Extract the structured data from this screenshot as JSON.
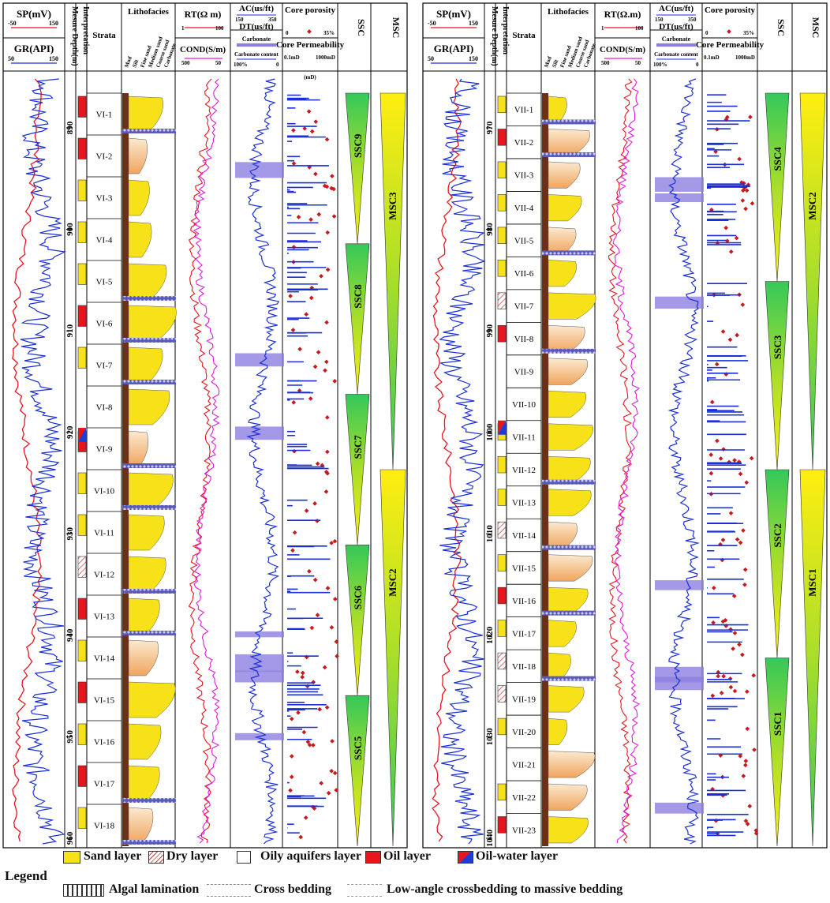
{
  "headers": {
    "sp": "SP(mV)",
    "sp_scale_min": "-50",
    "sp_scale_max": "150",
    "gr": "GR(API)",
    "gr_scale_min": "50",
    "gr_scale_max": "150",
    "depth": "Mesure Depth(m)",
    "interp": "Interpretation",
    "strata": "Strata",
    "lithofacies": "Lithofacies",
    "litho_cols": [
      "Mud",
      "Silt",
      "Fine sand",
      "Medium sand",
      "Coarse sand",
      "Carbonate"
    ],
    "rt": "RT(Ω m)",
    "rt_scale_min": "1",
    "rt_scale_max": "100",
    "rt_right": "RT(Ω.m)",
    "cond": "COND(S/m)",
    "cond_scale_min": "500",
    "cond_scale_max": "50",
    "ac": "AC(us/ft)",
    "ac_scale_min": "150",
    "ac_scale_max": "350",
    "dt": "DT(us/ft)",
    "carbonate": "Carbonate",
    "carbonate_content": "Carbonate content",
    "carb_scale_min": "100%",
    "carb_scale_max": "0",
    "core_porosity": "Core porosity",
    "poro_scale_min": "0",
    "poro_scale_max": "35%",
    "core_perm": "Core Permeability",
    "perm_scale_min": "0.1mD",
    "perm_scale_max": "1000mD",
    "perm_unit": "(mD)",
    "ssc": "SSC",
    "msc": "MSC"
  },
  "left_well": {
    "depth_ticks": [
      "890",
      "900",
      "910",
      "920",
      "930",
      "940",
      "950",
      "960"
    ],
    "strata": [
      "VI-1",
      "VI-2",
      "VI-3",
      "VI-4",
      "VI-5",
      "VI-6",
      "VI-7",
      "VI-8",
      "VI-9",
      "VI-10",
      "VI-11",
      "VI-12",
      "VI-13",
      "VI-14",
      "VI-15",
      "VI-16",
      "VI-17",
      "VI-18"
    ],
    "ssc": [
      "SSC9",
      "SSC8",
      "SSC7",
      "SSC6",
      "SSC5"
    ],
    "msc": [
      "MSC3",
      "MSC2"
    ]
  },
  "right_well": {
    "depth_ticks": [
      "970",
      "980",
      "990",
      "1000",
      "1010",
      "1020",
      "1030",
      "1040"
    ],
    "strata": [
      "VII-1",
      "VII-2",
      "VII-3",
      "VII-4",
      "VII-5",
      "VII-6",
      "VII-7",
      "VII-8",
      "VII-9",
      "VII-10",
      "VII-11",
      "VII-12",
      "VII-13",
      "VII-14",
      "VII-15",
      "VII-16",
      "VII-17",
      "VII-18",
      "VII-19",
      "VII-20",
      "VII-21",
      "VII-22",
      "VII-23"
    ],
    "ssc": [
      "SSC4",
      "SSC3",
      "SSC2",
      "SSC1"
    ],
    "msc": [
      "MSC2",
      "MSC1"
    ]
  },
  "legend": {
    "title": "Legend",
    "sand": "Sand layer",
    "dry": "Dry layer",
    "oily_aquifer": "Oily aquifers layer",
    "oil": "Oil layer",
    "oil_water": "Oil-water layer",
    "algal": "Algal lamination",
    "cross": "Cross bedding",
    "lowangle": "Low-angle crossbedding to massive bedding"
  },
  "colors": {
    "sand": "#f7e21a",
    "oil": "#e8141e",
    "water": "#1a3fd8",
    "sp_curve": "#e8141e",
    "gr_curve": "#1a2fd8",
    "cond_curve": "#e01ad8",
    "carbonate_band": "#8c7fe0",
    "mud": "#6e2f16",
    "silt": "#f2b487",
    "poro_marker": "#c81a1a",
    "perm_bar": "#1a2fd8"
  }
}
